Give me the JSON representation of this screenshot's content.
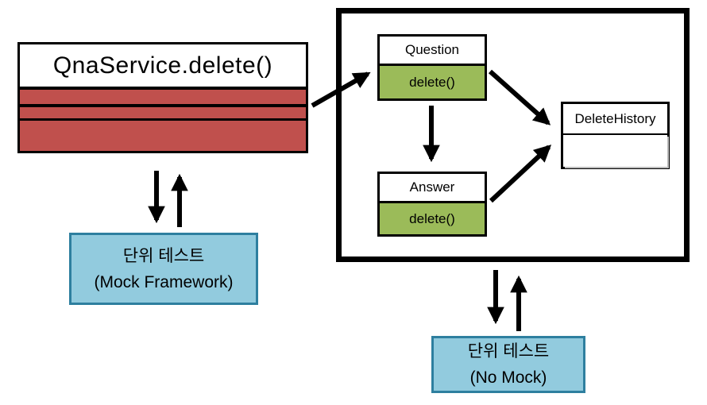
{
  "qna_service": {
    "title": "QnaService.delete()"
  },
  "inner_system": {
    "question": {
      "title": "Question",
      "method": "delete()"
    },
    "answer": {
      "title": "Answer",
      "method": "delete()"
    },
    "delete_history": {
      "title": "DeleteHistory"
    }
  },
  "mock_test": {
    "line1": "단위 테스트",
    "line2": "(Mock Framework)"
  },
  "no_mock_test": {
    "line1": "단위 테스트",
    "line2": "(No Mock)"
  },
  "colors": {
    "class_red": "#c0504d",
    "method_green": "#9bbb59",
    "test_fill_blue": "#92cbde",
    "test_border_blue": "#2e7f9f",
    "line_black": "#000000"
  }
}
